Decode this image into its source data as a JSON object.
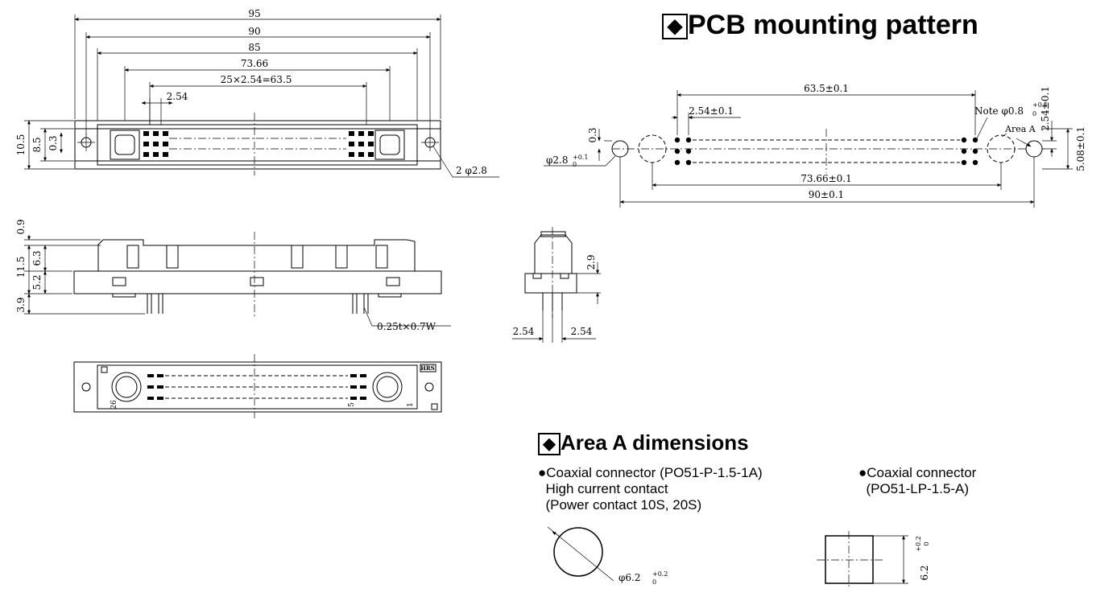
{
  "pcb_pattern": {
    "heading": "PCB mounting pattern",
    "dims": {
      "d63_5": "63.5±0.1",
      "d2_54": "2.54±0.1",
      "note": "Note φ0.8",
      "note_tol_top": "+0.1",
      "note_tol_bot": "0",
      "area_a": "Area A",
      "d0_3": "0.3",
      "d2_8": "φ2.8",
      "d2_8_tol_top": "+0.1",
      "d2_8_tol_bot": "0",
      "d73_66": "73.66±0.1",
      "d90": "90±0.1",
      "d2_54_vert": "2.54±0.1",
      "d5_08": "5.08±0.1"
    }
  },
  "top_view": {
    "dims": {
      "d95": "95",
      "d90": "90",
      "d85": "85",
      "d73_66": "73.66",
      "d63_5": "25×2.54=63.5",
      "d2_54": "2.54",
      "d10_5": "10.5",
      "d8_5": "8.5",
      "d0_3": "0.3",
      "holes": "2  φ2.8"
    }
  },
  "side_view": {
    "dims": {
      "d0_9": "0.9",
      "d11_5": "11.5",
      "d6_3": "6.3",
      "d5_2": "5.2",
      "d3_9": "3.9",
      "pin": "0.25t×0.7W"
    }
  },
  "end_view": {
    "dims": {
      "d2_9": "2.9",
      "d2_54_left": "2.54",
      "d2_54_right": "2.54"
    }
  },
  "bottom_view": {
    "labels": {
      "pin26": "26",
      "pin5": "5",
      "pin1": "1",
      "mark": "HRS"
    }
  },
  "area_a": {
    "heading": "Area A dimensions",
    "left_note": {
      "line1": "●Coaxial connector (PO51-P-1.5-1A)",
      "line2": "  High current contact",
      "line3": "  (Power contact 10S, 20S)"
    },
    "right_note": {
      "line1": "●Coaxial connector",
      "line2": "  (PO51-LP-1.5-A)"
    },
    "circle_dim": "φ6.2",
    "circle_tol_top": "+0.2",
    "circle_tol_bot": "0",
    "square_dim": "6.2",
    "square_tol_top": "+0.2",
    "square_tol_bot": "0"
  }
}
